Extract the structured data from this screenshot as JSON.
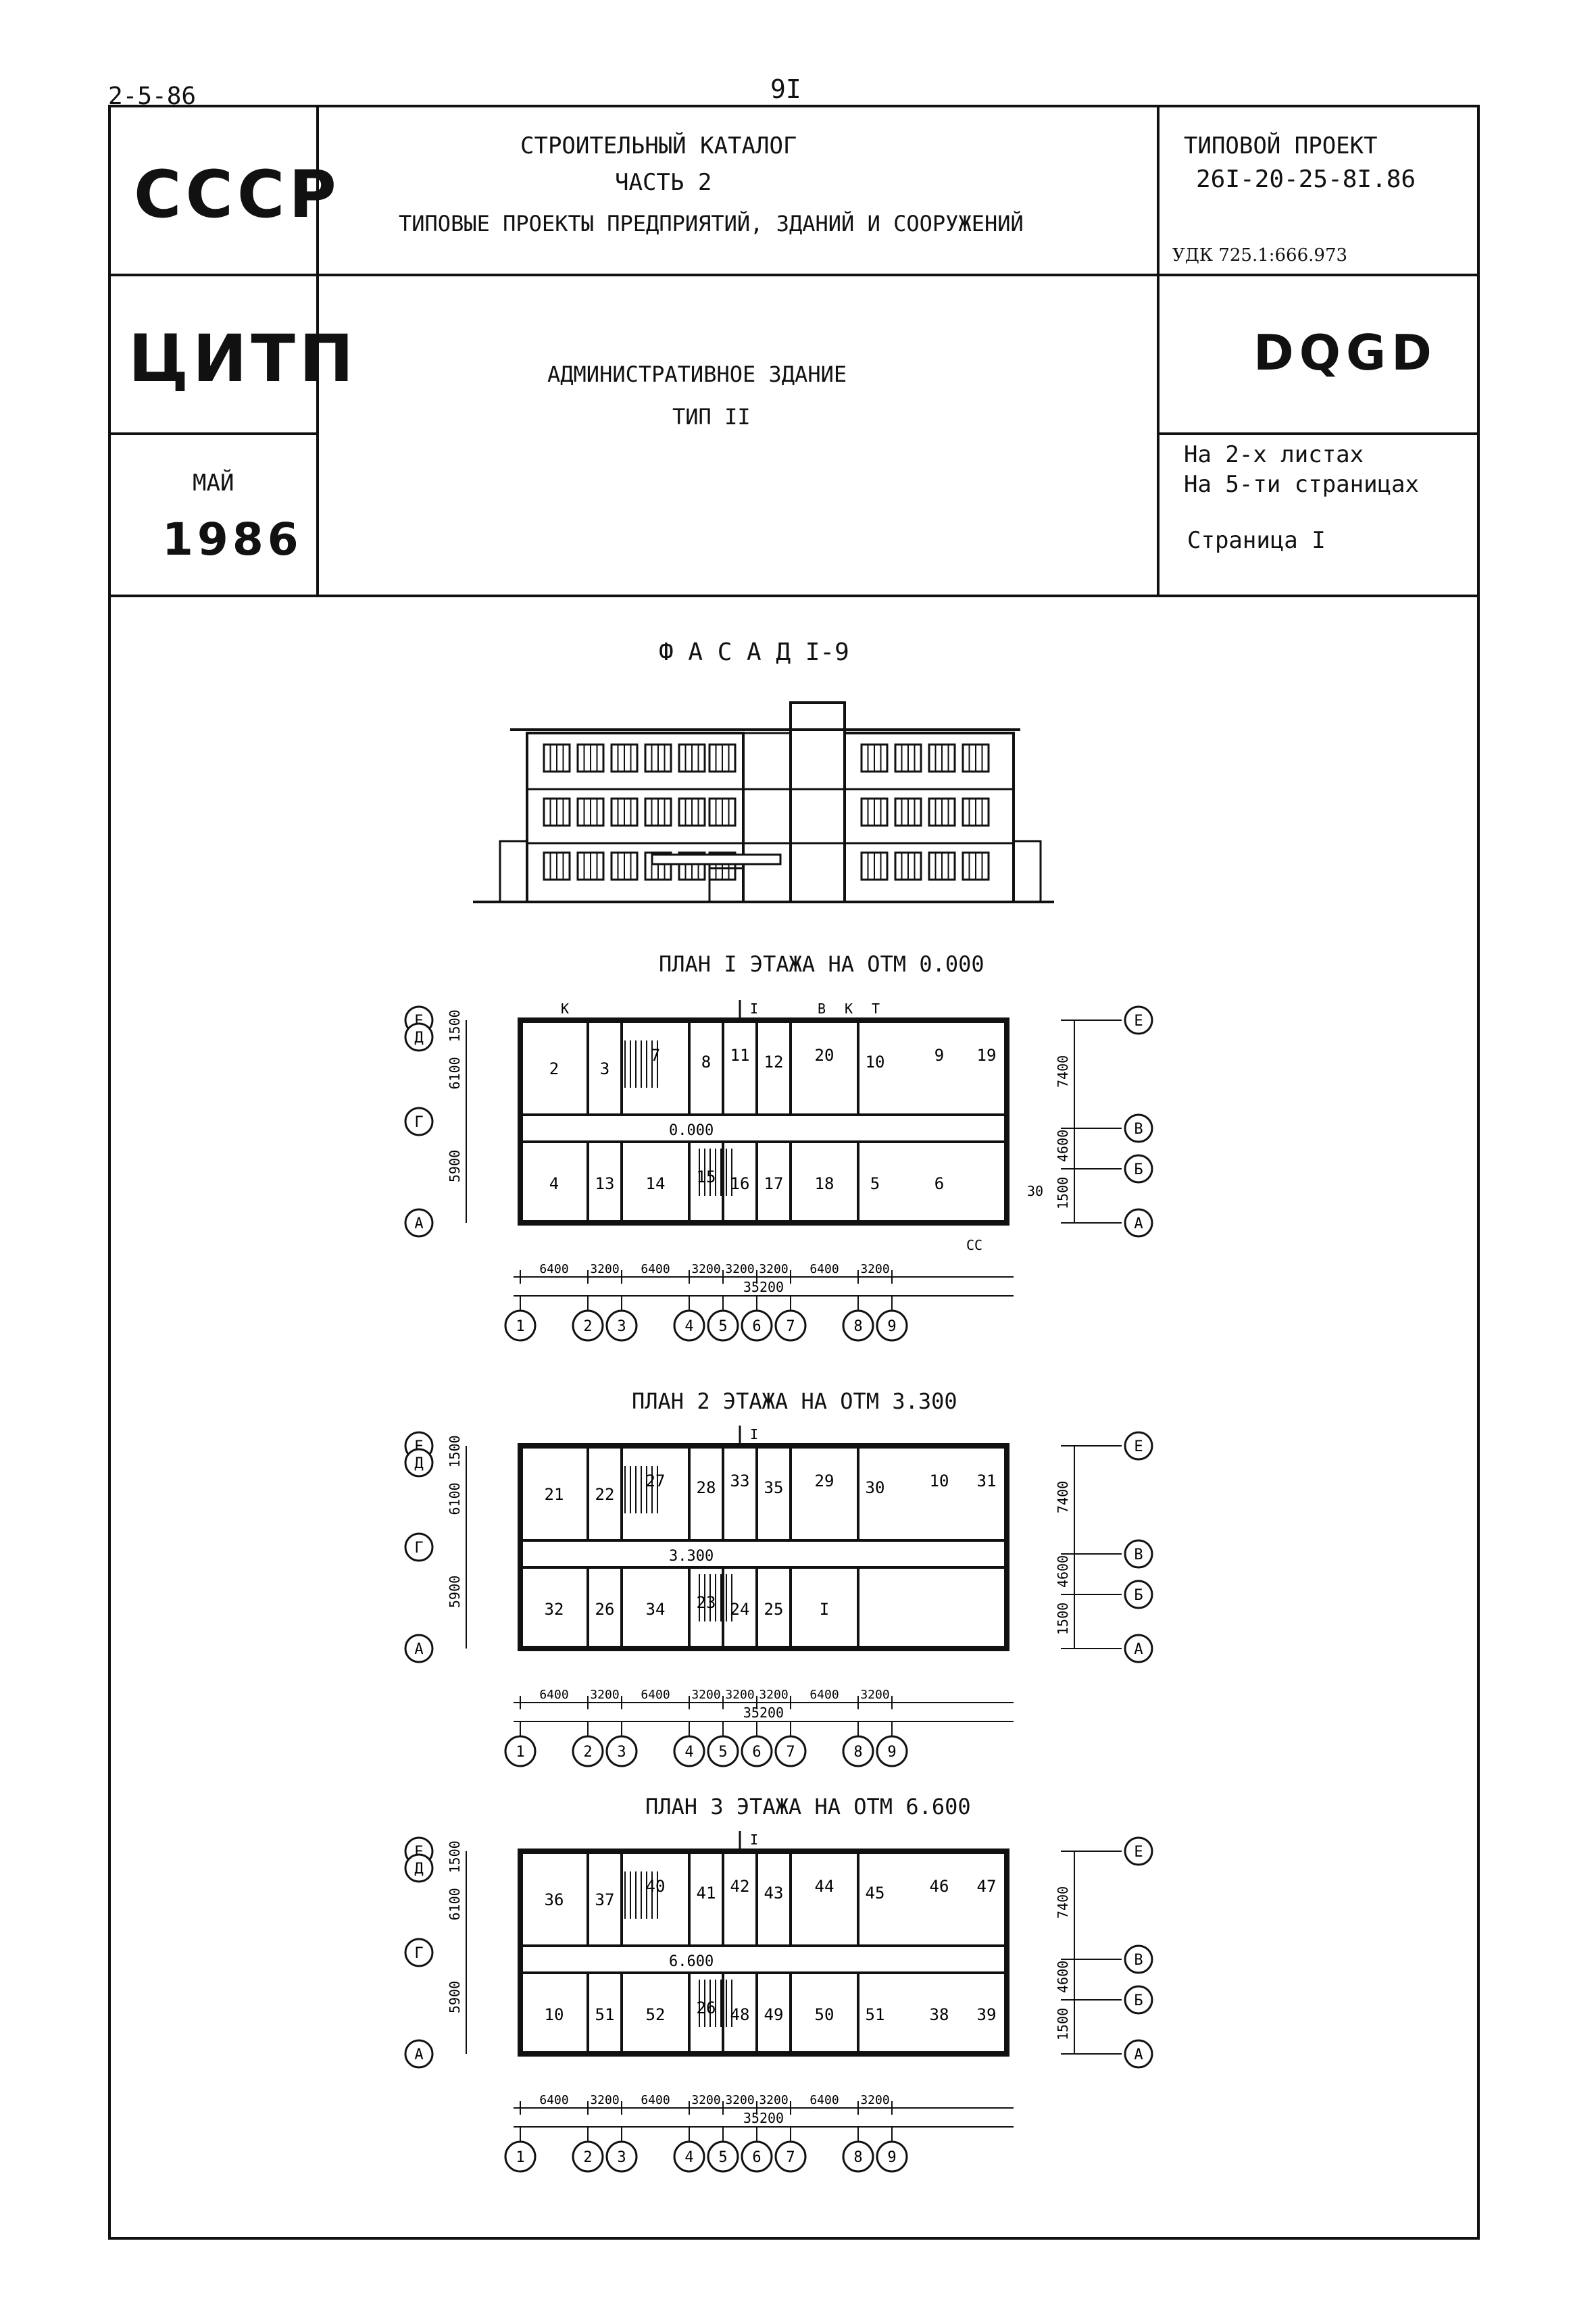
{
  "corner_code": "2-5-86",
  "page_number": "9I",
  "header": {
    "org1": "СССР",
    "org2": "ЦИТП",
    "month": "МАЙ",
    "year": "1986",
    "catalog_line1": "СТРОИТЕЛЬНЫЙ КАТАЛОГ",
    "catalog_line2": "ЧАСТЬ 2",
    "catalog_line3": "ТИПОВЫЕ ПРОЕКТЫ ПРЕДПРИЯТИЙ, ЗДАНИЙ И СООРУЖЕНИЙ",
    "project_label": "ТИПОВОЙ ПРОЕКТ",
    "project_number": "26I-20-25-8I.86",
    "udk": "УДК 725.1:666.973",
    "title_line1": "АДМИНИСТРАТИВНОЕ ЗДАНИЕ",
    "title_line2": "ТИП II",
    "code": "DQGD",
    "sheets": "На 2-х листах",
    "pages": "На 5-ти страницах",
    "page": "Страница I"
  },
  "facade": {
    "title": "Ф А С А Д I-9"
  },
  "plans": [
    {
      "title": "ПЛАН I ЭТАЖА НА ОТМ 0.000",
      "level": "0.000",
      "rooms": [
        "2",
        "3",
        "7",
        "8",
        "11",
        "12",
        "20",
        "10",
        "9",
        "19",
        "4",
        "13",
        "14",
        "15",
        "16",
        "17",
        "18",
        "5",
        "6"
      ],
      "notes": [
        "К",
        "В",
        "Т",
        "СС",
        "30",
        "I"
      ]
    },
    {
      "title": "ПЛАН 2 ЭТАЖА НА ОТМ 3.300",
      "level": "3.300",
      "rooms": [
        "21",
        "22",
        "27",
        "28",
        "33",
        "35",
        "29",
        "30",
        "10",
        "31",
        "32",
        "26",
        "34",
        "23",
        "24",
        "25",
        "I"
      ]
    },
    {
      "title": "ПЛАН 3 ЭТАЖА НА ОТМ 6.600",
      "level": "6.600",
      "rooms": [
        "36",
        "37",
        "40",
        "41",
        "42",
        "43",
        "44",
        "45",
        "46",
        "47",
        "10",
        "51",
        "52",
        "26",
        "48",
        "49",
        "50",
        "51",
        "38",
        "39"
      ]
    }
  ],
  "axes": {
    "row_left": [
      "Е",
      "Д",
      "Г",
      "А"
    ],
    "row_left_dims": [
      "1500",
      "6100",
      "5900"
    ],
    "row_right": [
      "Е",
      "В",
      "Б",
      "А"
    ],
    "row_right_dims": [
      "7400",
      "4600",
      "1500"
    ],
    "columns": [
      "1",
      "2",
      "3",
      "4",
      "5",
      "6",
      "7",
      "8",
      "9"
    ],
    "column_dims": [
      "6400",
      "3200",
      "6400",
      "3200",
      "3200",
      "3200",
      "6400",
      "3200"
    ],
    "total": "35200"
  }
}
